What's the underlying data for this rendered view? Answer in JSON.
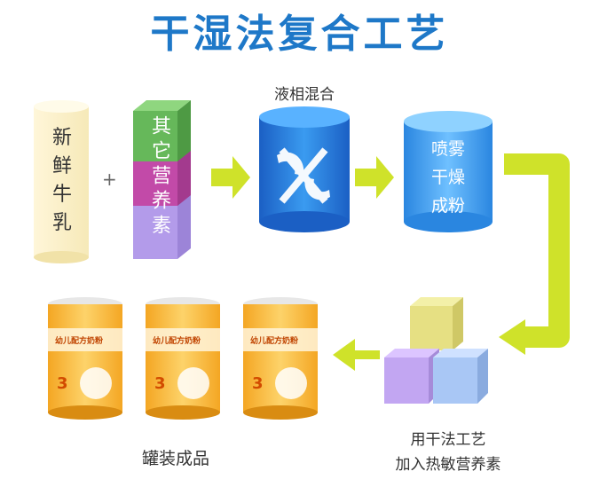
{
  "title": "干湿法复合工艺",
  "step_labels": {
    "milk": [
      "新",
      "鲜",
      "牛",
      "乳"
    ],
    "plus": "+",
    "nutrients": "其它营养素",
    "liquid_mixing": "液相混合",
    "spray_drying": [
      "喷雾",
      "干燥",
      "成粉"
    ],
    "dry_process": [
      "用干法工艺",
      "加入热敏营养素"
    ],
    "canning": "罐装成品"
  },
  "can": {
    "brand_label": "幼儿配方奶粉",
    "stage": "3"
  },
  "colors": {
    "title": "#1e78c8",
    "arrow": "#cfe22a",
    "cylinder_blue": "#2a7fd9",
    "cube_green": "#66b85a",
    "cube_magenta": "#c24aa8",
    "cube_lavender": "#b39bea"
  }
}
